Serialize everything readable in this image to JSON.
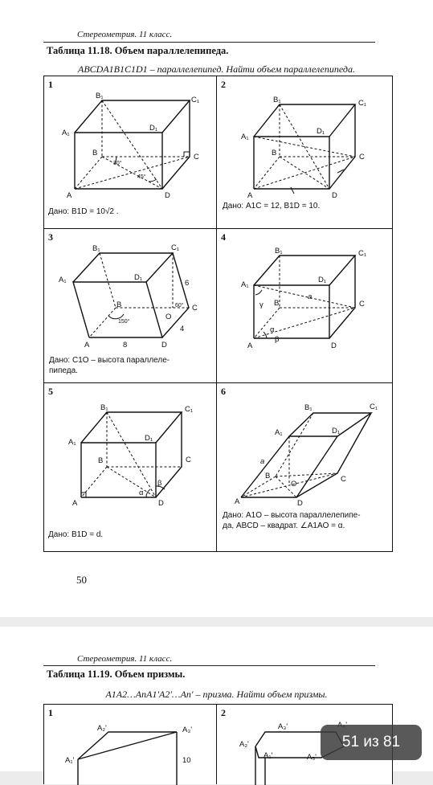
{
  "page1": {
    "header": "Стереометрия. 11 класс.",
    "table_title": "Таблица 11.18. Объем параллелепипеда.",
    "subtitle": "ABCDA1B1C1D1 – параллелепипед. Найти объем параллелепипеда.",
    "cells": [
      {
        "num": "1",
        "caption": "Дано: B1D = 10√2 ."
      },
      {
        "num": "2",
        "caption": "Дано: A1C = 12, B1D = 10."
      },
      {
        "num": "3",
        "caption": "Дано: C1O – высота параллеле-\nпипеда."
      },
      {
        "num": "4",
        "caption": ""
      },
      {
        "num": "5",
        "caption": "Дано: B1D = d."
      },
      {
        "num": "6",
        "caption": "Дано: A1O – высота параллелепипе-\nда, ABCD – квадрат. ∠A1AO = α."
      }
    ],
    "page_number": "50"
  },
  "page2": {
    "header": "Стереометрия. 11 класс.",
    "table_title": "Таблица 11.19. Объем призмы.",
    "subtitle": "A1A2…AnA1'A2'…An' – призма. Найти объем призмы.",
    "cells": [
      {
        "num": "1"
      },
      {
        "num": "2"
      }
    ]
  },
  "viewer": {
    "page_counter": "51 из 81"
  },
  "labels": {
    "A": "A",
    "B": "B",
    "C": "C",
    "D": "D",
    "A1": "A₁",
    "B1": "B₁",
    "C1": "C₁",
    "D1": "D₁",
    "O": "O",
    "deg30": "30°",
    "deg45": "45°",
    "deg60": "60°",
    "deg150": "150°",
    "six": "6",
    "four": "4",
    "eight": "8",
    "ten": "10",
    "alpha": "α",
    "beta": "β",
    "gamma": "γ",
    "a": "a",
    "A2p": "A₂'",
    "A3p": "A₃'",
    "A3": "A₃'",
    "A4p": "A₄'",
    "A5p": "A₅'",
    "A1p": "A₁'",
    "A1q": "A₁'"
  }
}
